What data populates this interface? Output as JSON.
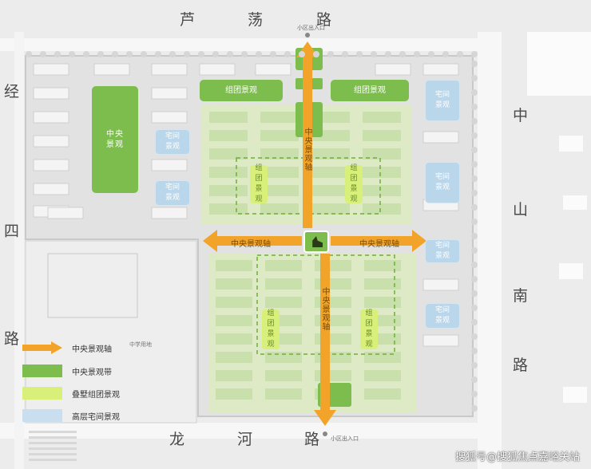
{
  "roads": {
    "north": [
      "芦",
      "荡",
      "路"
    ],
    "south": [
      "龙",
      "河",
      "路"
    ],
    "east": [
      "中",
      "山",
      "南",
      "路"
    ],
    "west": [
      "经",
      "四",
      "路"
    ]
  },
  "entrances": {
    "north": "小区出入口",
    "south": "小区出入口"
  },
  "zones": {
    "central_landscape": "中央景观",
    "group_landscape": "组团景观",
    "house_landscape": "宅间景观"
  },
  "axis": {
    "label": "中央景观轴"
  },
  "school_land": "中学用地",
  "legend": [
    {
      "label": "中央景观轴",
      "color": "#f2a42a"
    },
    {
      "label": "中央景观带",
      "color": "#7cbd4d"
    },
    {
      "label": "叠墅组团景观",
      "color": "#d8f07a"
    },
    {
      "label": "高层宅间景观",
      "color": "#c9dff0"
    }
  ],
  "watermark": "搜狐号@搜狐焦点嘉峪关站",
  "colors": {
    "axis": "#f2a42a",
    "central": "#7cbd4d",
    "villa_group": "#d8f07a",
    "highrise": "#b9d6ea",
    "villa_area": "#dcebbf"
  }
}
